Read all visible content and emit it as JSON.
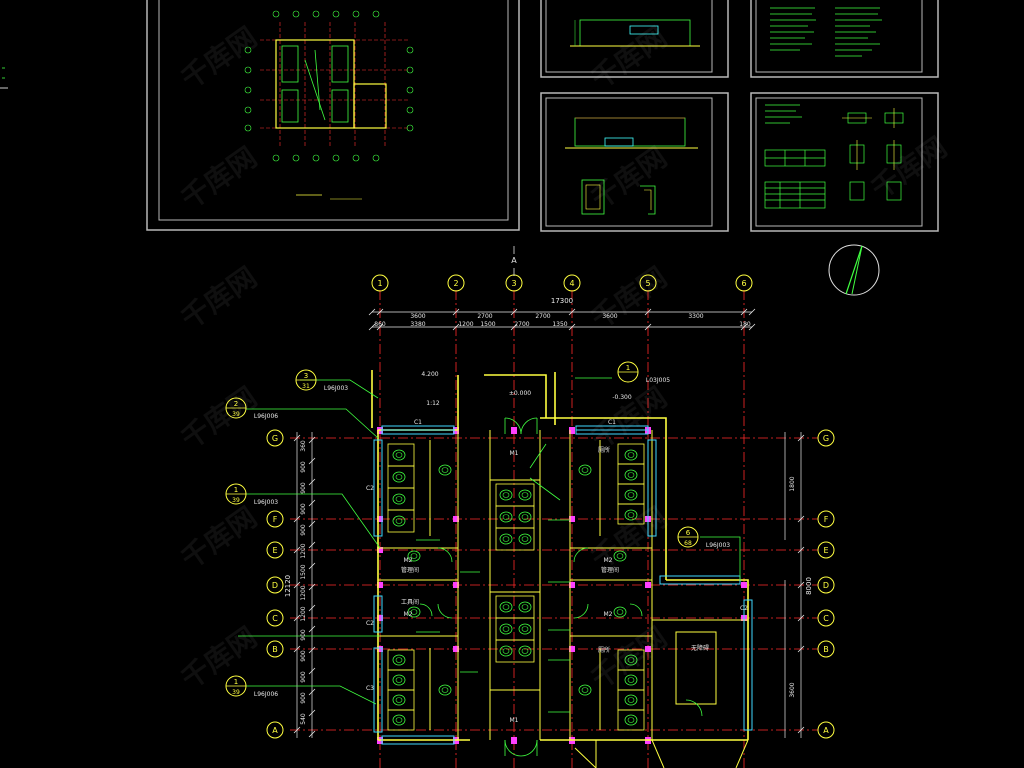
{
  "sheet": {
    "direction_marker": "A",
    "axis_top_labels": [
      "1",
      "2",
      "3",
      "4",
      "5",
      "6"
    ],
    "axis_left_labels": [
      "G",
      "F",
      "E",
      "D",
      "C",
      "B",
      "A"
    ],
    "axis_right_labels": [
      "G",
      "F",
      "E",
      "D",
      "C",
      "B",
      "A"
    ],
    "top_overall_dim": "17300",
    "top_dims_row1": [
      "3600",
      "2700",
      "2700",
      "3600",
      "3300"
    ],
    "top_dims_row2": [
      "860",
      "3380",
      "1200",
      "1500",
      "2700",
      "1350",
      "180"
    ],
    "left_overall_dim": "12120",
    "right_overall_dim": "8000",
    "right_partial_dim_upper": "1800",
    "right_partial_dim_lower": "3600",
    "left_dims": [
      "360",
      "900",
      "900",
      "900",
      "900",
      "1200",
      "1500",
      "1200",
      "1200",
      "900",
      "900",
      "900",
      "900",
      "540"
    ],
    "top_level_note": "4.200",
    "mid_level_note": "±0.000",
    "elev_note_right": "-0.300",
    "callouts": [
      {
        "num": "2",
        "sub": "39",
        "code": "L96J006"
      },
      {
        "num": "1",
        "sub": "39",
        "code": "L96J003"
      },
      {
        "num": "1",
        "sub": "39",
        "code": "L96J006"
      },
      {
        "num": "3",
        "sub": "31",
        "code": "L96J003"
      },
      {
        "num": "6",
        "sub": "68",
        "code": "L96J003"
      },
      {
        "num": "1",
        "sub": "",
        "code": "L03J005"
      }
    ],
    "door_labels": [
      "M1",
      "M2",
      "M2",
      "M2",
      "M2",
      "M1"
    ],
    "window_labels": [
      "C1",
      "C1",
      "C2",
      "C2",
      "C3",
      "C2"
    ],
    "room_labels": [
      "厕所",
      "厕所",
      "管理间",
      "管理间",
      "工具间",
      "无障碍"
    ],
    "small_note": "1:12"
  },
  "watermark": "千库网"
}
